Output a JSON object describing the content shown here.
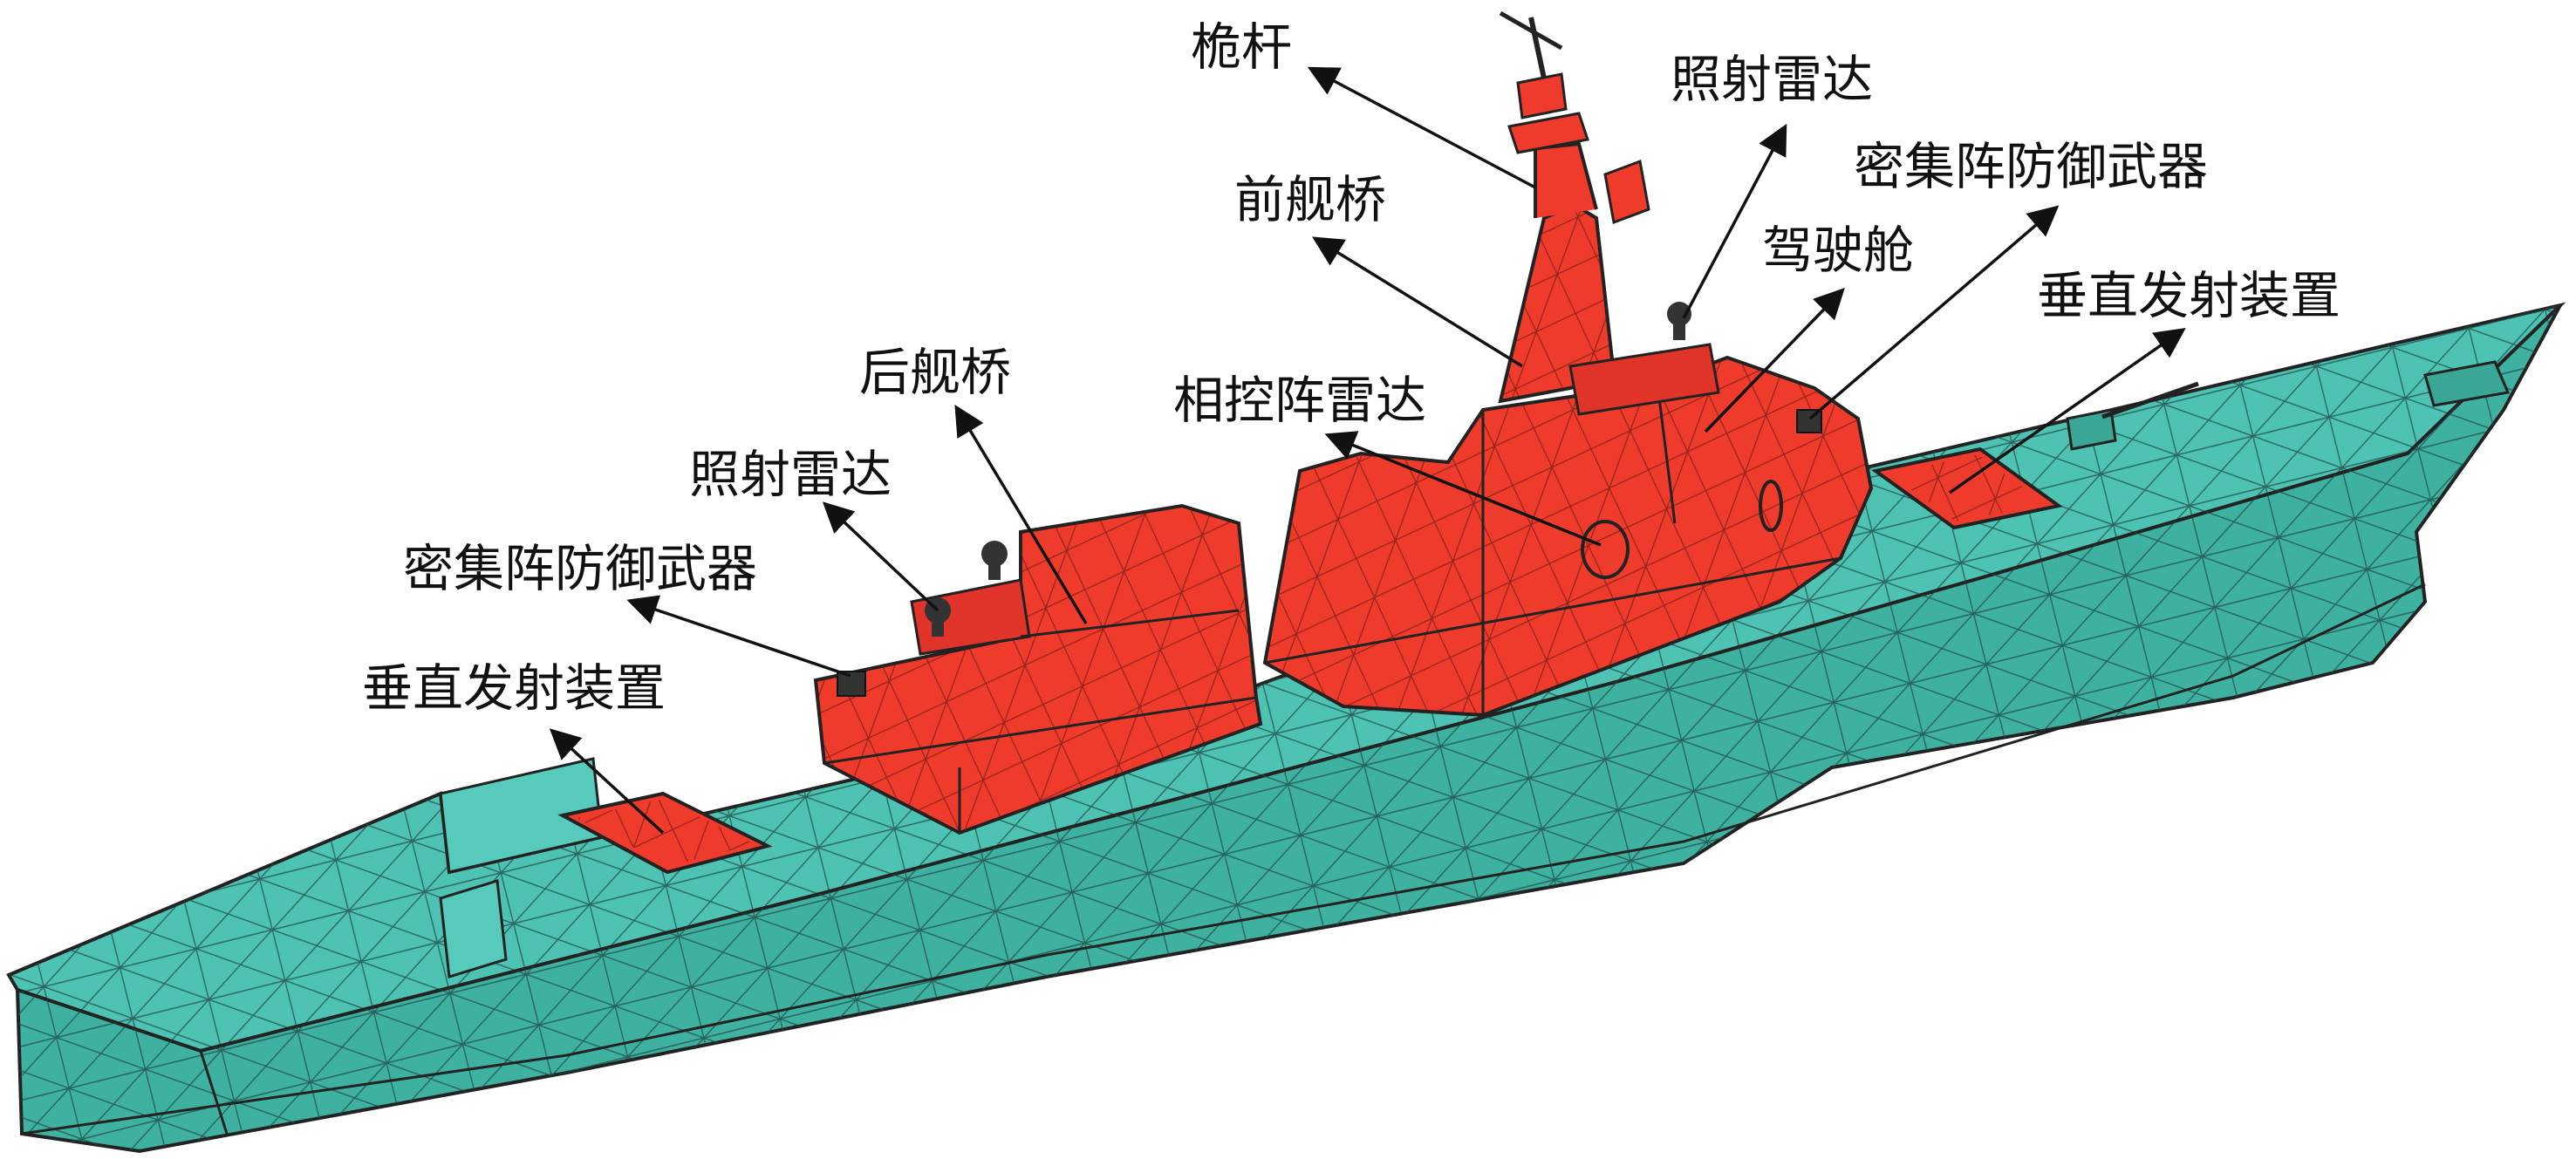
{
  "colors": {
    "hull": "#4ec3b3",
    "superstructure": "#ee3b2b",
    "mesh_line": "#222222",
    "label_text": "#111111"
  },
  "labels": {
    "mast": "桅杆",
    "fwd_illum_radar": "照射雷达",
    "fwd_ciws": "密集阵防御武器",
    "fwd_bridge": "前舰桥",
    "wheelhouse": "驾驶舱",
    "fwd_vls": "垂直发射装置",
    "aft_bridge": "后舰桥",
    "phased_radar": "相控阵雷达",
    "aft_illum_radar": "照射雷达",
    "aft_ciws": "密集阵防御武器",
    "aft_vls": "垂直发射装置"
  }
}
